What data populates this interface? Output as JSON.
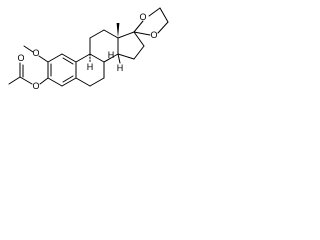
{
  "atoms": {
    "o_dioxolane_top": "O",
    "o_dioxolane_bottom": "O",
    "o_methoxy": "O",
    "o_ester_carbonyl": "O",
    "o_ester_ring": "O",
    "h_9": "H",
    "h_8": "H",
    "h_14": "H"
  },
  "colors": {
    "bond": "#000000",
    "background": "#ffffff"
  }
}
